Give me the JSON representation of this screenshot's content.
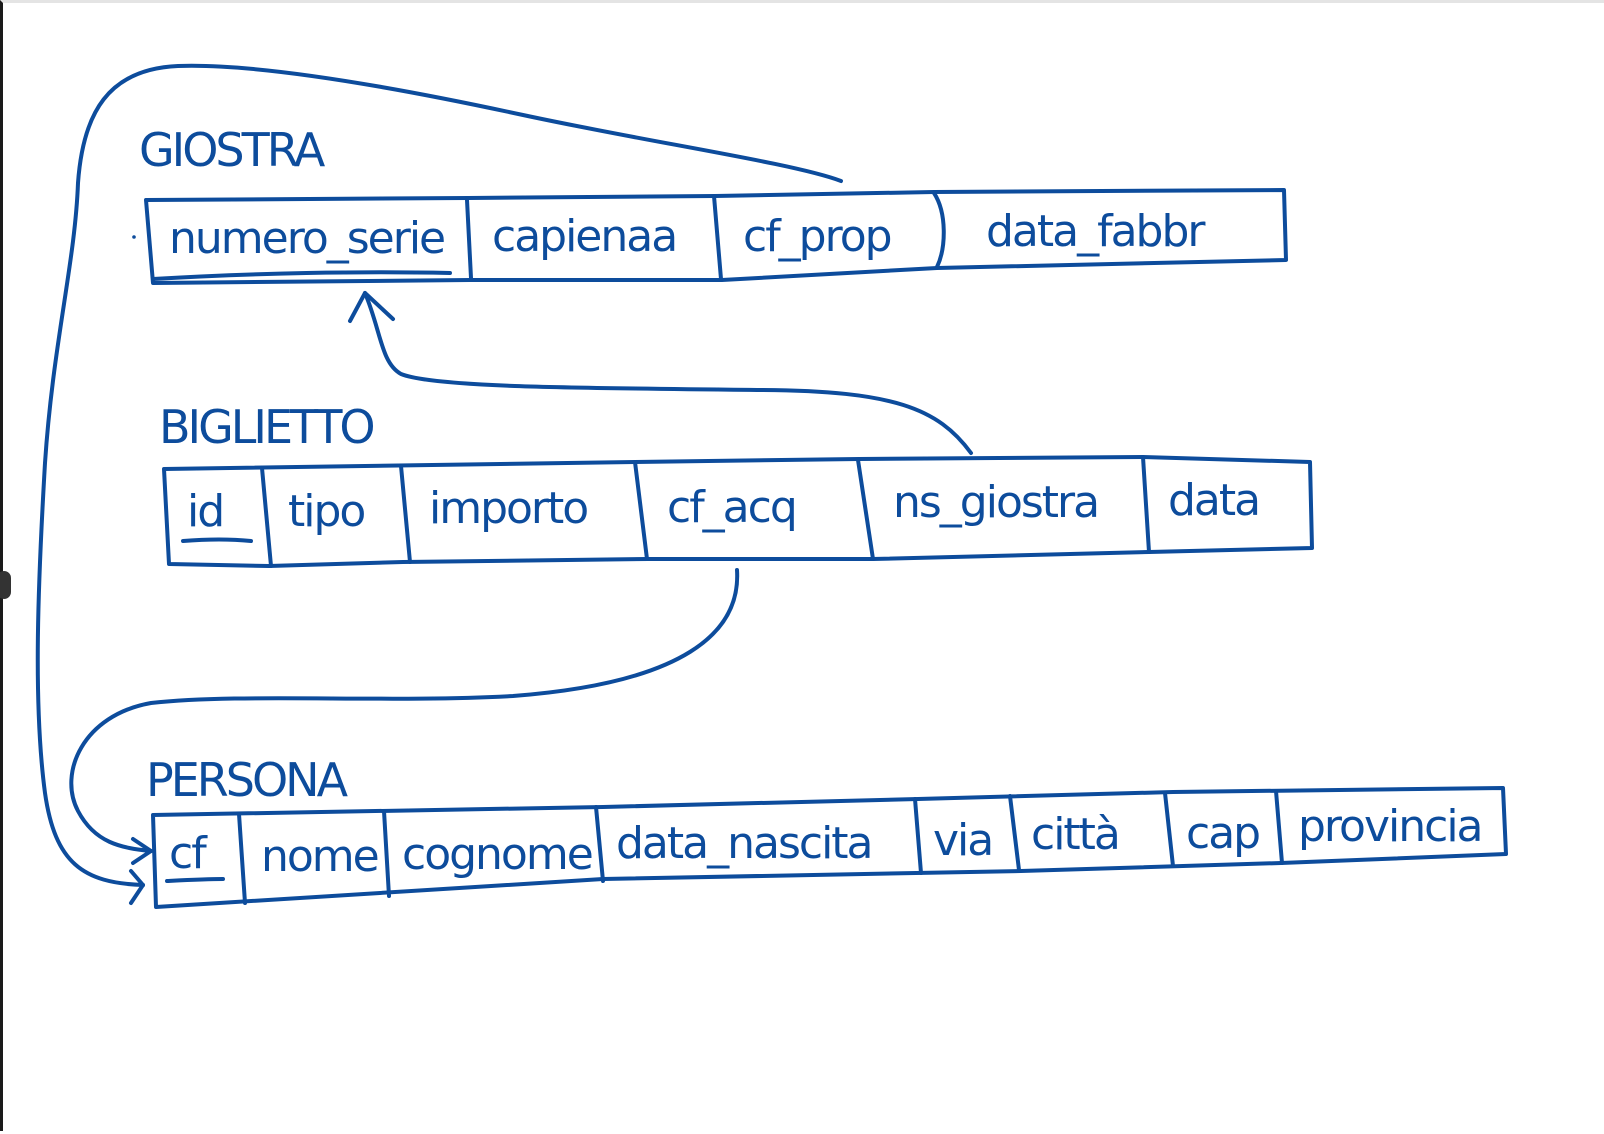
{
  "ink_color": "#0d4c9c",
  "tables": {
    "giostra": {
      "name": "GIOSTRA",
      "fields": [
        "numero_serie",
        "capienaa",
        "cf_prop",
        "data_fabbr"
      ]
    },
    "biglietto": {
      "name": "BIGLIETTO",
      "fields": [
        "id",
        "tipo",
        "importo",
        "cf_acq",
        "ns_giostra",
        "data"
      ]
    },
    "persona": {
      "name": "PERSONA",
      "fields": [
        "cf",
        "nome",
        "cognome",
        "data_nascita",
        "via",
        "città",
        "cap",
        "provincia"
      ]
    }
  },
  "primary_keys": [
    "giostra.numero_serie",
    "biglietto.id",
    "persona.cf"
  ],
  "references": [
    {
      "from": "biglietto.ns_giostra",
      "to": "giostra.numero_serie"
    },
    {
      "from": "biglietto.cf_acq",
      "to": "persona.cf"
    },
    {
      "from": "giostra.cf_prop",
      "to": "persona.cf"
    }
  ]
}
